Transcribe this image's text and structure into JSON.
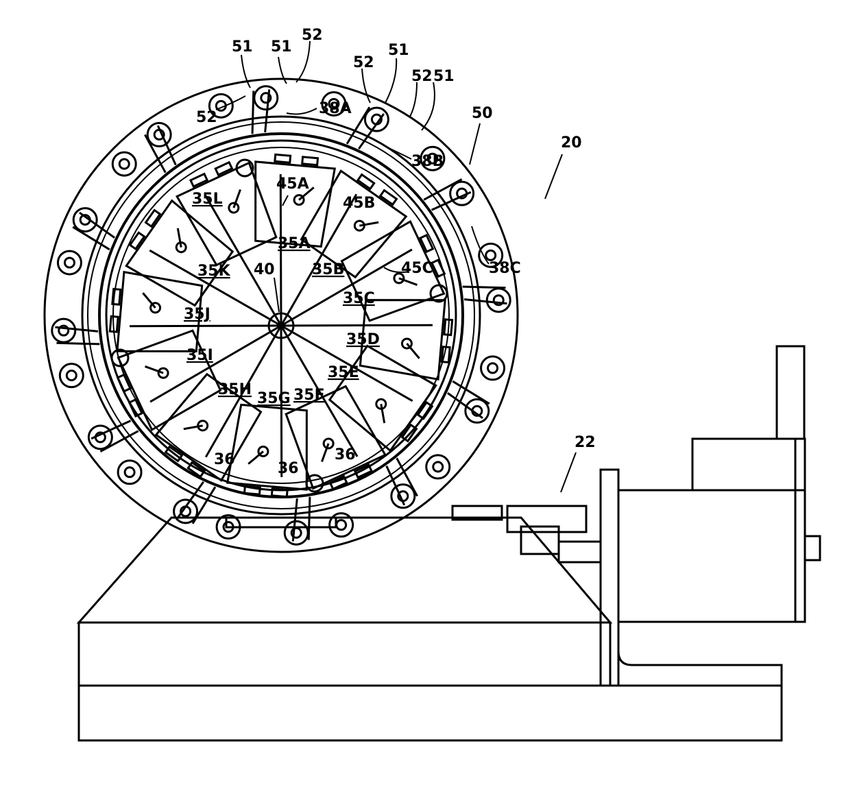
{
  "figure": {
    "assembly_label": "20",
    "drive_label": "22",
    "outer_ring_label": "50",
    "hub_label": "40",
    "bracket_labels": [
      "38A",
      "38B",
      "38C"
    ],
    "top_labels": {
      "t51a": "51",
      "t51b": "51",
      "t52a": "52",
      "t52b": "52",
      "t52c": "52",
      "t51c": "51",
      "t52d": "52",
      "t51d": "51"
    },
    "sectors": [
      "35A",
      "35B",
      "35C",
      "35D",
      "35E",
      "35F",
      "35G",
      "35H",
      "35I",
      "35J",
      "35K",
      "35L"
    ],
    "pin_labels": [
      "45A",
      "45B",
      "45C"
    ],
    "bottom_pin_labels": [
      "36",
      "36",
      "36"
    ]
  }
}
